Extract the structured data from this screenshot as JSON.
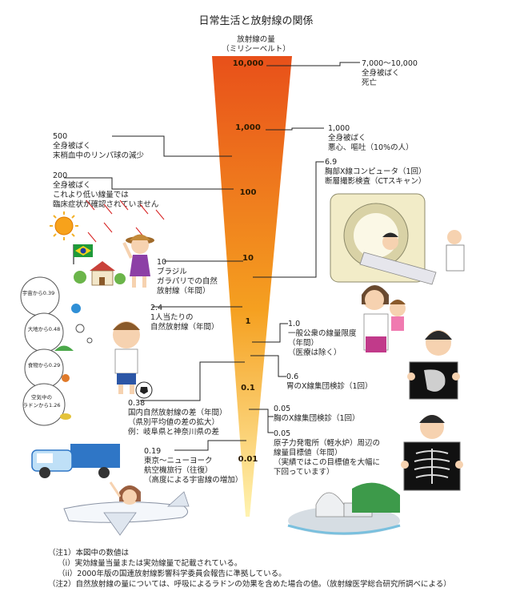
{
  "title": "日常生活と放射線の関係",
  "axis": {
    "label_1": "放射線の量",
    "label_2": "（ミリシーベルト）"
  },
  "scale_marks": [
    "10,000",
    "1,000",
    "100",
    "10",
    "1",
    "0.1",
    "0.01"
  ],
  "annotations": [
    {
      "id": "a7000",
      "lines": [
        "7,000～10,000",
        "全身被ばく",
        "死亡"
      ]
    },
    {
      "id": "a1000",
      "lines": [
        "1,000",
        "全身被ばく",
        "悪心、嘔吐（10%の人）"
      ]
    },
    {
      "id": "a500",
      "lines": [
        "500",
        "全身被ばく",
        "末梢血中のリンパ球の減少"
      ]
    },
    {
      "id": "a200",
      "lines": [
        "200",
        "全身被ばく",
        "これより低い線量では",
        "臨床症状が確認されていません"
      ]
    },
    {
      "id": "a69",
      "lines": [
        "6.9",
        "胸部X線コンピュータ（1回）",
        "断層撮影検査（CTスキャン）"
      ]
    },
    {
      "id": "a10",
      "lines": [
        "10",
        "ブラジル",
        "ガラパリでの自然",
        "放射線（年間）"
      ]
    },
    {
      "id": "a24",
      "lines": [
        "2.4",
        "1人当たりの",
        "自然放射線（年間）"
      ]
    },
    {
      "id": "a1",
      "lines": [
        "1.0",
        "一般公衆の線量限度",
        "（年間）",
        "（医療は除く）"
      ]
    },
    {
      "id": "a06",
      "lines": [
        "0.6",
        "胃のX線集団検診（1回）"
      ]
    },
    {
      "id": "a038",
      "lines": [
        "0.38",
        "国内自然放射線の差（年間）",
        "（県別平均値の差の拡大）",
        "例：岐阜県と神奈川県の差"
      ]
    },
    {
      "id": "a005a",
      "lines": [
        "0.05",
        "胸のX線集団検診（1回）"
      ]
    },
    {
      "id": "a005b",
      "lines": [
        "0.05",
        "原子力発電所（軽水炉）周辺の",
        "線量目標値（年間）",
        "（実績ではこの目標値を大幅に",
        "下回っています）"
      ]
    },
    {
      "id": "a019",
      "lines": [
        "0.19",
        "東京～ニューヨーク",
        "航空機旅行（往復）",
        "（高度による宇宙線の増加）"
      ]
    }
  ],
  "bubble": {
    "items": [
      "宇宙から0.39",
      "大地から0.48",
      "食物から0.29",
      "空気中の",
      "ラドンから1.26"
    ]
  },
  "flag": {
    "country": "Brazil"
  },
  "notes": [
    "（注1）本図中の数値は",
    "（i）実効線量当量または実効線量で記載されている。",
    "（ii）2000年版の国連放射線影響科学委員会報告に準拠している。",
    "（注2）自然放射線の量については、呼吸によるラドンの効果を含めた場合の値。（放射線医学総合研究所調べによる）"
  ],
  "colors": {
    "cone_top": "#e8501a",
    "cone_mid": "#f5a020",
    "cone_bottom": "#fff3b0"
  }
}
